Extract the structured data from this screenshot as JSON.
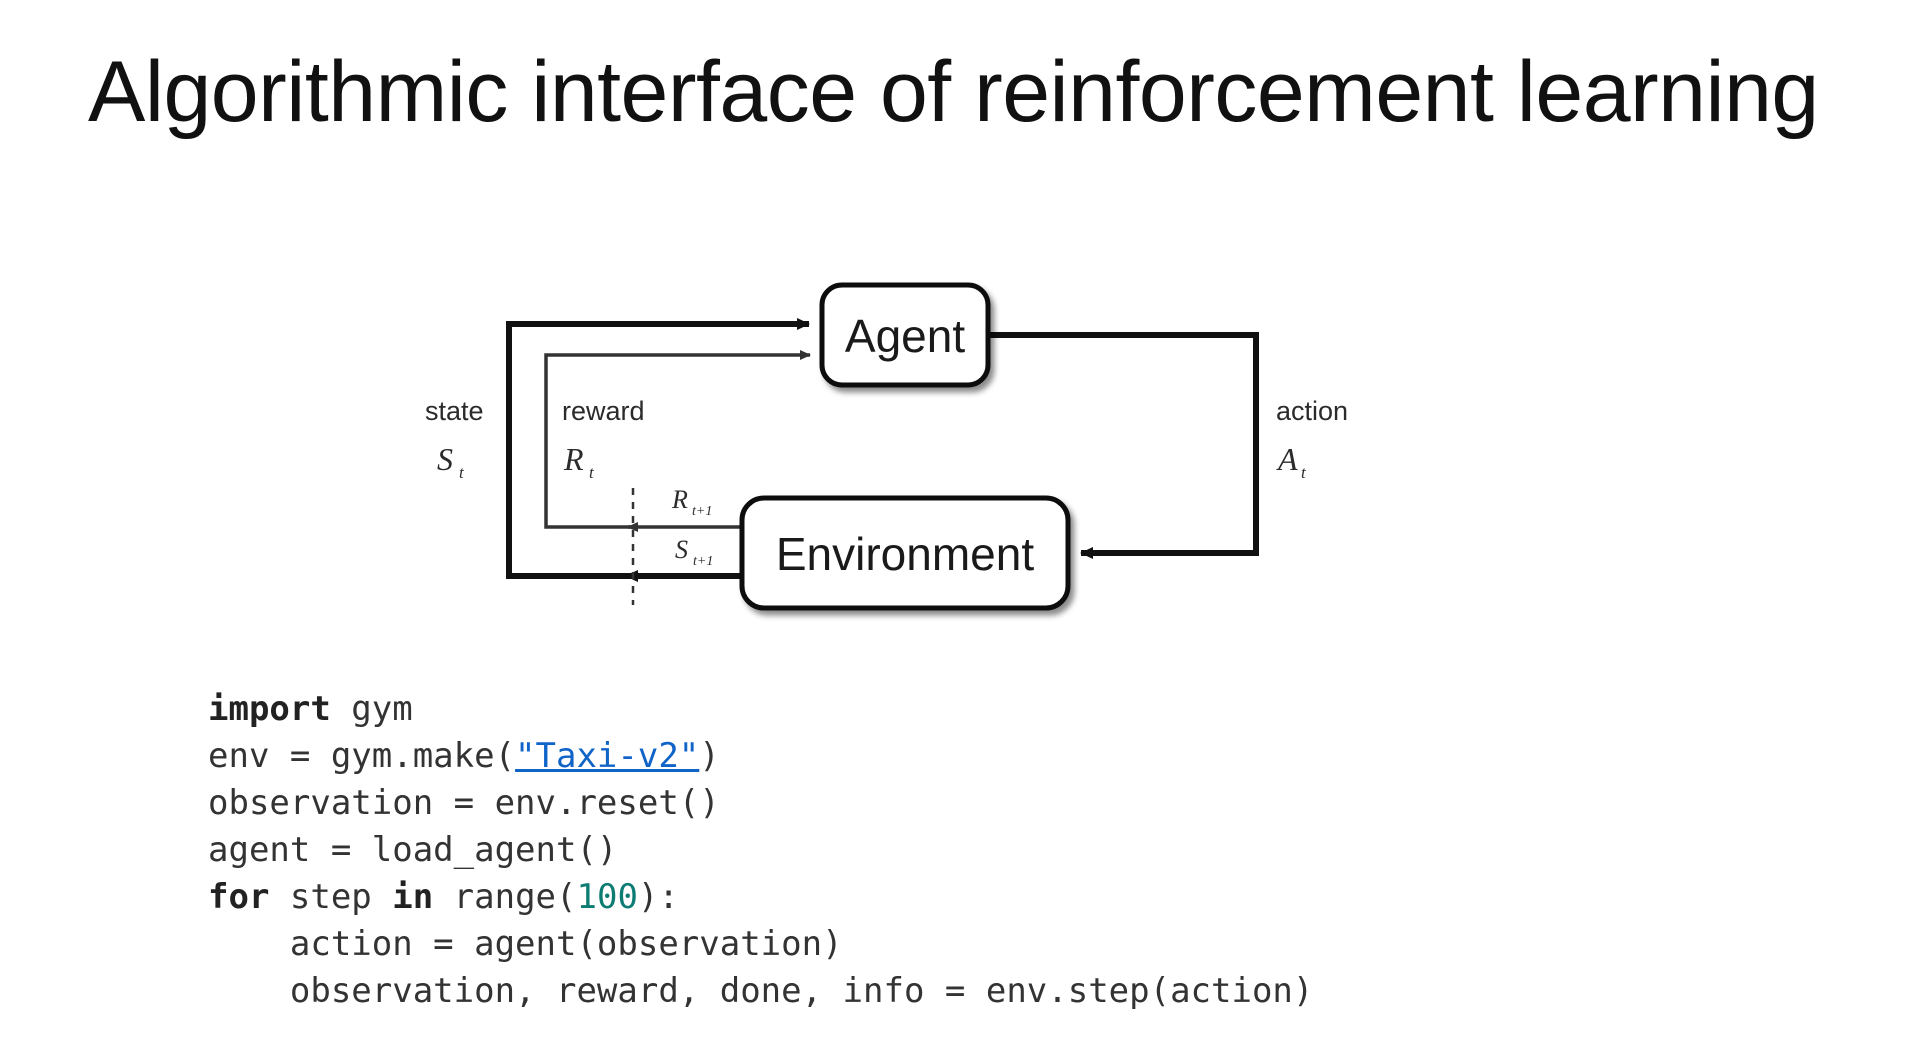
{
  "slide": {
    "title": "Algorithmic interface of reinforcement learning",
    "background_color": "#ffffff"
  },
  "diagram": {
    "name": "agent-environment-interface",
    "nodes": {
      "agent": "Agent",
      "environment": "Environment"
    },
    "labels": {
      "state_word": "state",
      "state_symbol": "S",
      "state_subscript": "t",
      "reward_word": "reward",
      "reward_symbol": "R",
      "reward_subscript": "t",
      "action_word": "action",
      "action_symbol": "A",
      "action_subscript": "t",
      "reward_next_symbol": "R",
      "reward_next_subscript": "t+1",
      "state_next_symbol": "S",
      "state_next_subscript": "t+1"
    },
    "stroke_color": "#1a1a1a",
    "box_fill": "#ffffff"
  },
  "code": {
    "language": "python",
    "link_color": "#1064c8",
    "number_color": "#0d7c72",
    "lines": [
      {
        "tokens": [
          {
            "t": "import",
            "k": "kw"
          },
          {
            "t": " gym",
            "k": "plain"
          }
        ]
      },
      {
        "tokens": [
          {
            "t": "env = gym.make(",
            "k": "plain"
          },
          {
            "t": "\"Taxi-v2\"",
            "k": "link"
          },
          {
            "t": ")",
            "k": "plain"
          }
        ]
      },
      {
        "tokens": [
          {
            "t": "observation = env.reset()",
            "k": "plain"
          }
        ]
      },
      {
        "tokens": [
          {
            "t": "agent = load_agent()",
            "k": "plain"
          }
        ]
      },
      {
        "tokens": [
          {
            "t": "for",
            "k": "kw"
          },
          {
            "t": " step ",
            "k": "plain"
          },
          {
            "t": "in",
            "k": "kw"
          },
          {
            "t": " range(",
            "k": "plain"
          },
          {
            "t": "100",
            "k": "num"
          },
          {
            "t": "):",
            "k": "plain"
          }
        ]
      },
      {
        "tokens": [
          {
            "t": "    action = agent(observation)",
            "k": "plain"
          }
        ]
      },
      {
        "tokens": [
          {
            "t": "    observation, reward, done, info = env.step(action)",
            "k": "plain"
          }
        ]
      }
    ]
  }
}
